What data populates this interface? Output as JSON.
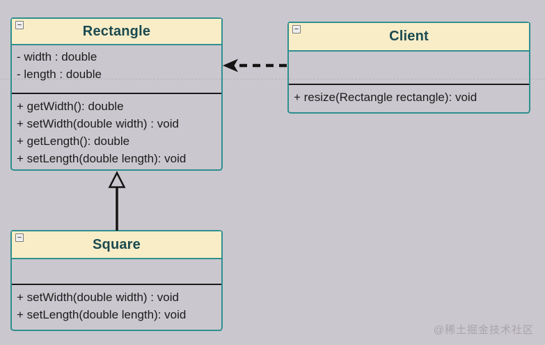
{
  "colors": {
    "canvas_bg": "#cbc7ce",
    "header_fill": "#f8edc7",
    "border_teal": "#2e8f8f",
    "title_text": "#1a4a50",
    "member_text": "#1b1b1b",
    "divider_black": "#1a1a1a",
    "arrow_black": "#141414",
    "guide_line": "#b9b5bd",
    "watermark_gray": "#a9a4ac"
  },
  "icons": {
    "minimize_glyph": "−"
  },
  "classes": [
    {
      "id": "rectangle",
      "title": "Rectangle",
      "fields": [
        "- width : double",
        "- length : double"
      ],
      "methods": [
        "+ getWidth(): double",
        "+ setWidth(double width) : void",
        "+ getLength(): double",
        "+ setLength(double length): void"
      ]
    },
    {
      "id": "client",
      "title": "Client",
      "fields": [],
      "methods": [
        "+ resize(Rectangle rectangle): void"
      ]
    },
    {
      "id": "square",
      "title": "Square",
      "fields": [],
      "methods": [
        "+ setWidth(double width) : void",
        "+ setLength(double length): void"
      ]
    }
  ],
  "relations": [
    {
      "type": "dependency",
      "from": "Client",
      "to": "Rectangle",
      "line": "dashed",
      "head": "open-arrow"
    },
    {
      "type": "inheritance",
      "from": "Square",
      "to": "Rectangle",
      "line": "solid",
      "head": "hollow-triangle"
    }
  ],
  "watermark": {
    "text": "@稀土掘金技术社区"
  }
}
